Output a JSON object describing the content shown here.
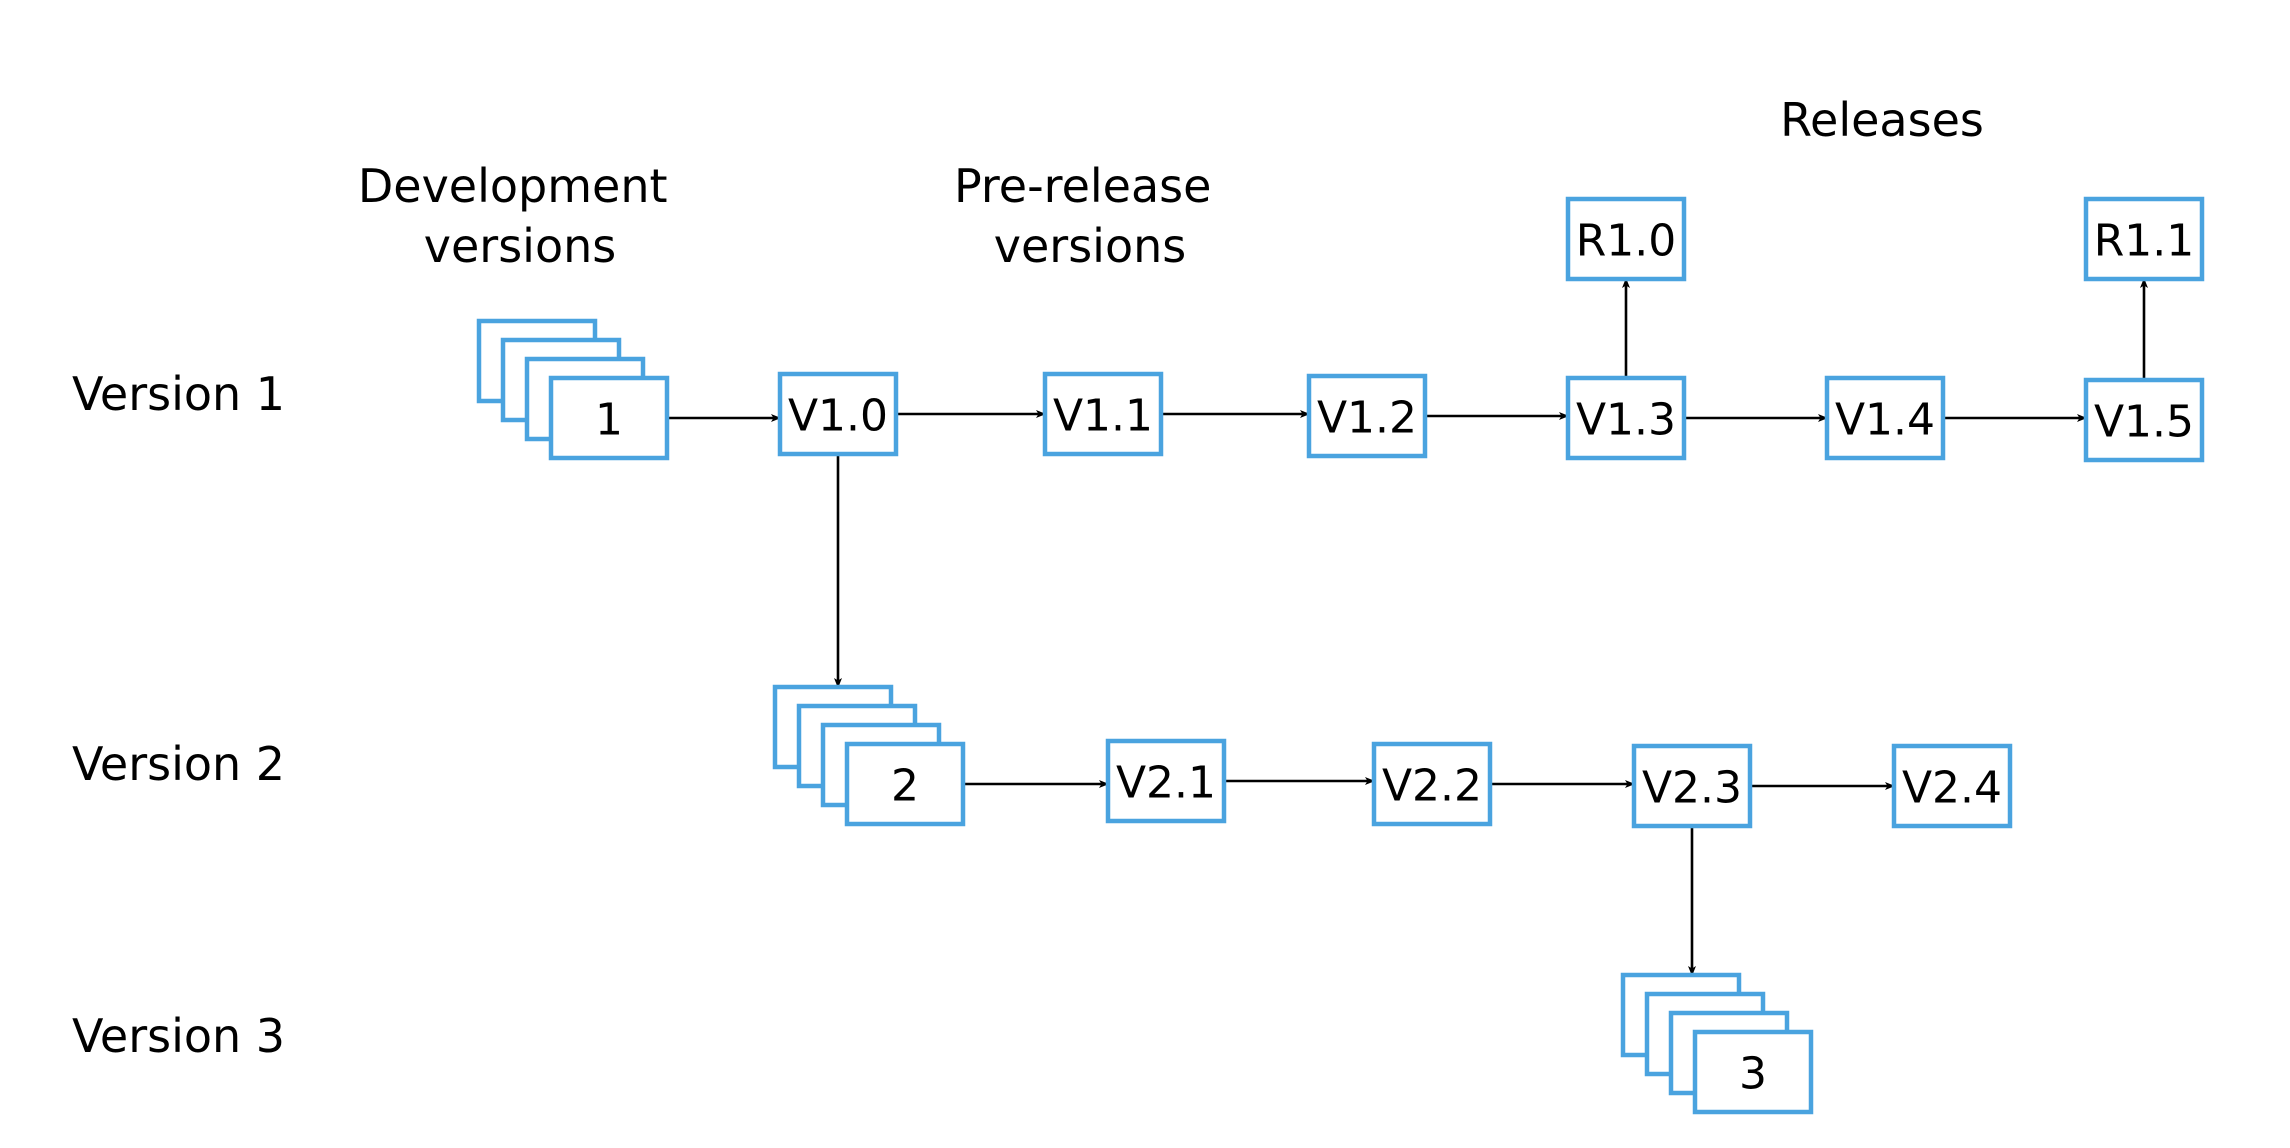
{
  "colors": {
    "box_stroke": "#4aa3df",
    "arrow": "#000000",
    "text": "#000000"
  },
  "column_labels": {
    "development": [
      "Development",
      "versions"
    ],
    "prerelease": [
      "Pre-release",
      "versions"
    ],
    "releases": [
      "Releases"
    ]
  },
  "row_labels": [
    "Version 1",
    "Version 2",
    "Version 3"
  ],
  "nodes": {
    "d1": "1",
    "v10": "V1.0",
    "v11": "V1.1",
    "v12": "V1.2",
    "v13": "V1.3",
    "v14": "V1.4",
    "v15": "V1.5",
    "r10": "R1.0",
    "r11": "R1.1",
    "d2": "2",
    "v21": "V2.1",
    "v22": "V2.2",
    "v23": "V2.3",
    "v24": "V2.4",
    "d3": "3"
  },
  "edges": [
    [
      "d1",
      "v10"
    ],
    [
      "v10",
      "v11"
    ],
    [
      "v11",
      "v12"
    ],
    [
      "v12",
      "v13"
    ],
    [
      "v13",
      "v14"
    ],
    [
      "v14",
      "v15"
    ],
    [
      "v13",
      "r10"
    ],
    [
      "v15",
      "r11"
    ],
    [
      "v10",
      "d2"
    ],
    [
      "d2",
      "v21"
    ],
    [
      "v21",
      "v22"
    ],
    [
      "v22",
      "v23"
    ],
    [
      "v23",
      "v24"
    ],
    [
      "v23",
      "d3"
    ]
  ]
}
